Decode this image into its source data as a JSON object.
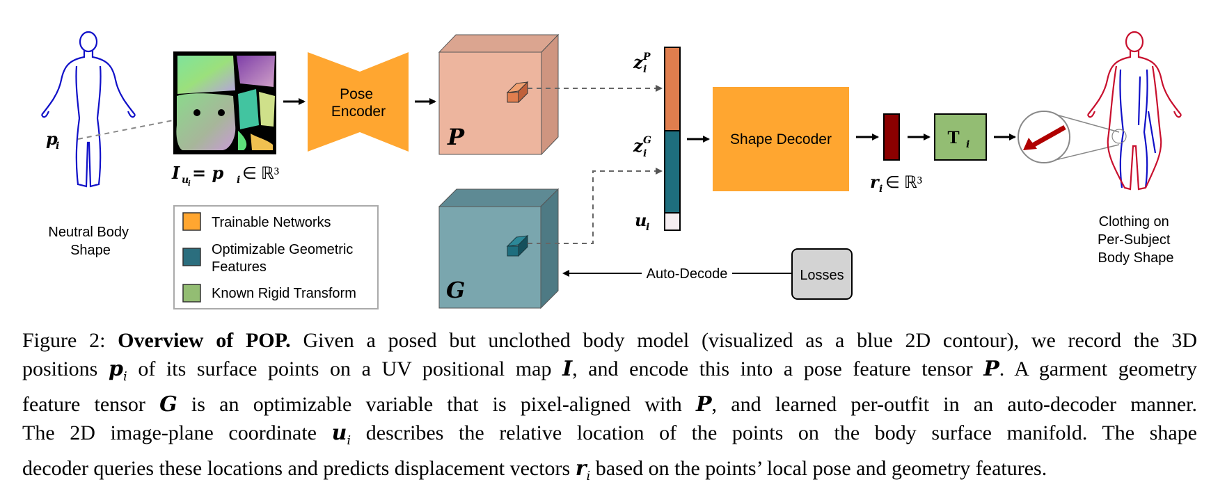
{
  "figure": {
    "left_label": "Neutral Body\nShape",
    "right_label": "Clothing on\nPer-Subject\nBody Shape",
    "p_i_label": "p",
    "p_i_sub": "i",
    "uv_eq_label": "I",
    "uv_eq_sub": "u",
    "uv_eq_subsub": "i",
    "uv_eq_rest": " = p",
    "uv_eq_rest_sub": "i",
    "uv_eq_tail": " ∈ ℝ³",
    "pose_encoder_label": "Pose\nEncoder",
    "P_label": "P",
    "G_label": "G",
    "zP_label": "z",
    "zP_sup": "P",
    "zP_sub": "i",
    "zG_label": "z",
    "zG_sup": "G",
    "zG_sub": "i",
    "u_label": "u",
    "u_sub": "i",
    "shape_decoder_label": "Shape Decoder",
    "r_label": "r",
    "r_sub": "i",
    "r_tail": " ∈ ℝ³",
    "T_label": "T",
    "T_sub": "i",
    "auto_decode_label": "Auto-Decode",
    "losses_label": "Losses",
    "legend": [
      {
        "label": "Trainable Networks",
        "color": "#FFA630"
      },
      {
        "label": "Optimizable Geometric\nFeatures",
        "color": "#2B6E7E"
      },
      {
        "label": "Known Rigid Transform",
        "color": "#93BD73"
      }
    ],
    "colors": {
      "orange": "#FFA630",
      "salmon": "#EDB59E",
      "teal_box": "#7AA6AE",
      "teal_dark": "#1E6E7E",
      "orange_feature": "#E07E4E",
      "dark_red": "#8B0000",
      "green": "#93BD73",
      "grey_losses": "#D3D3D3",
      "blue_body": "#1010C8",
      "red_body": "#C8102E"
    }
  },
  "caption": {
    "figure_num": "Figure 2: ",
    "bold_title": "Overview of POP.",
    "line1": " Given a posed but unclothed body model (visualized as a blue 2D contour), we record the 3D",
    "line2a": "positions ",
    "line2_p": "p",
    "line2_p_sub": "i",
    "line2b": " of its surface points on a UV positional map ",
    "line2_I": "I",
    "line2c": ", and encode this into a pose feature tensor ",
    "line2_P": "P",
    "line2d": ". A garment geometry",
    "line3a": "feature tensor ",
    "line3_G": "G",
    "line3b": " is an optimizable variable that is pixel-aligned with ",
    "line3_P": "P",
    "line3c": ", and learned per-outfit in an auto-decoder manner.",
    "line4a": "The 2D image-plane coordinate ",
    "line4_u": "u",
    "line4_u_sub": "i",
    "line4b": " describes the relative location of the points on the body surface manifold.  The shape",
    "line5a": "decoder queries these locations and predicts displacement vectors ",
    "line5_r": "r",
    "line5_r_sub": "i",
    "line5b": " based on the points’ local pose and geometry features."
  }
}
